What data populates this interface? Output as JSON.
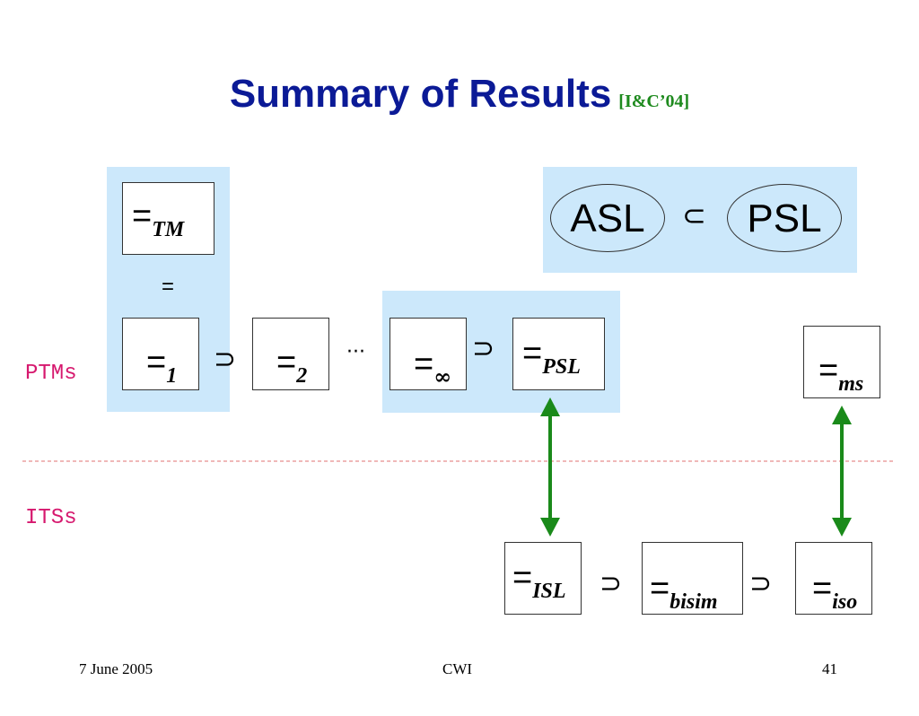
{
  "title": {
    "main": "Summary of Results",
    "cite": "[I&C’04]"
  },
  "row_labels": {
    "ptms": "PTMs",
    "itss": "ITSs"
  },
  "symbols": {
    "eq": "=",
    "supset": "⊃",
    "subset": "⊂",
    "dots": "···"
  },
  "boxes": {
    "tm": "TM",
    "one": "1",
    "two": "2",
    "inf": "∞",
    "psl": "PSL",
    "ms": "ms",
    "isl": "ISL",
    "bisim": "bisim",
    "iso": "iso"
  },
  "logics": {
    "asl": "ASL",
    "psl": "PSL"
  },
  "footer": {
    "date": "7 June 2005",
    "org": "CWI",
    "page": "41"
  },
  "colors": {
    "title": "#0b1a96",
    "cite": "#1e8a1e",
    "panel": "#cce8fb",
    "label": "#d6186e",
    "arrow": "#1a8a1a",
    "divider": "#e07070"
  }
}
